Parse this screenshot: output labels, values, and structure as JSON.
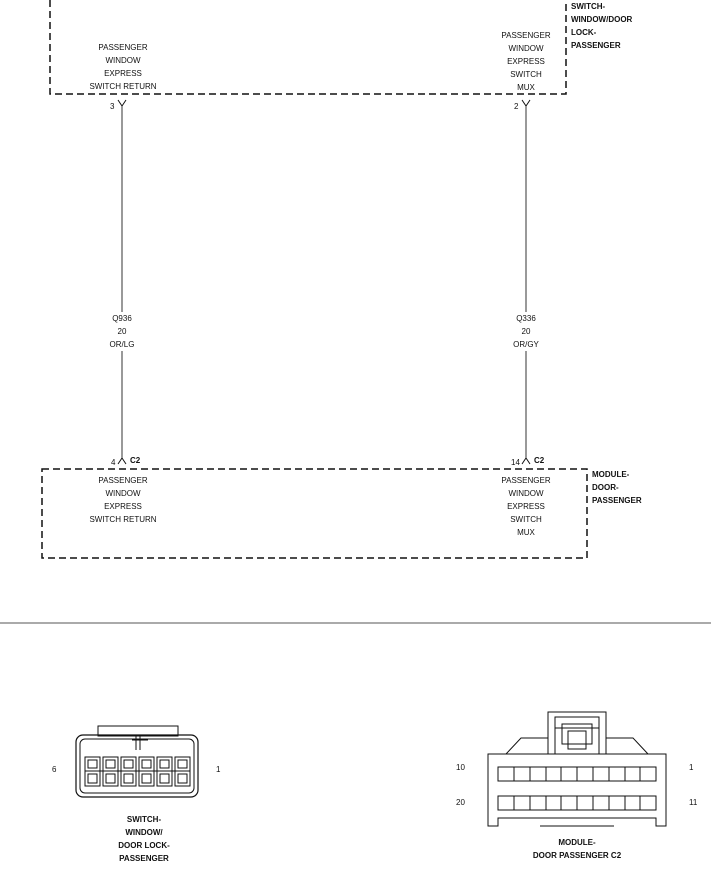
{
  "top_component": {
    "name_lines": [
      "SWITCH-",
      "WINDOW/DOOR",
      "LOCK-",
      "PASSENGER"
    ],
    "left_pin_label": [
      "PASSENGER",
      "WINDOW",
      "EXPRESS",
      "SWITCH RETURN"
    ],
    "right_pin_label": [
      "PASSENGER",
      "WINDOW",
      "EXPRESS",
      "SWITCH",
      "MUX"
    ],
    "left_pin": "3",
    "right_pin": "2"
  },
  "wires": [
    {
      "circuit": "Q936",
      "gauge": "20",
      "color": "OR/LG"
    },
    {
      "circuit": "Q336",
      "gauge": "20",
      "color": "OR/GY"
    }
  ],
  "bottom_component": {
    "name_lines": [
      "MODULE-",
      "DOOR-",
      "PASSENGER"
    ],
    "left_pin_label": [
      "PASSENGER",
      "WINDOW",
      "EXPRESS",
      "SWITCH RETURN"
    ],
    "right_pin_label": [
      "PASSENGER",
      "WINDOW",
      "EXPRESS",
      "SWITCH",
      "MUX"
    ],
    "left_pin": "4",
    "right_pin": "14",
    "connector": "C2"
  },
  "connector_views": {
    "left": {
      "caption_lines": [
        "SWITCH-",
        "WINDOW/",
        "DOOR LOCK-",
        "PASSENGER"
      ],
      "pin_left": "6",
      "pin_right": "1"
    },
    "right": {
      "caption_lines": [
        "MODULE-",
        "DOOR PASSENGER C2"
      ],
      "pin_top_left": "10",
      "pin_top_right": "1",
      "pin_bottom_left": "20",
      "pin_bottom_right": "11"
    }
  }
}
